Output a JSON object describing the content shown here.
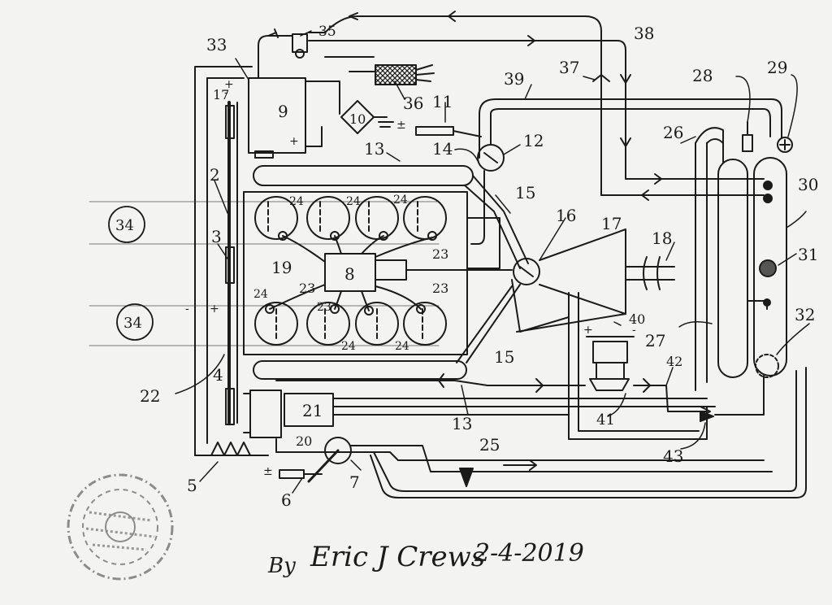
{
  "labels": {
    "n2": "2",
    "n3": "3",
    "n4": "4",
    "n5": "5",
    "n6": "6",
    "n7": "7",
    "n8": "8",
    "n9": "9",
    "n10": "10",
    "n11": "11",
    "n12": "12",
    "n13a": "13",
    "n13b": "13",
    "n14": "14",
    "n15a": "15",
    "n15b": "15",
    "n16": "16",
    "n17": "17",
    "n17b": "17",
    "n18": "18",
    "n19": "19",
    "n20": "20",
    "n21": "21",
    "n22": "22",
    "n23a": "23",
    "n23b": "23",
    "n23c": "23",
    "n23d": "23",
    "n24a": "24",
    "n24b": "24",
    "n24c": "24",
    "n24d": "24",
    "n24e": "24",
    "n24f": "24",
    "n25": "25",
    "n26": "26",
    "n27": "27",
    "n28": "28",
    "n29": "29",
    "n30": "30",
    "n31": "31",
    "n32": "32",
    "n33": "33",
    "n34a": "34",
    "n34b": "34",
    "n35": "35",
    "n36": "36",
    "n37": "37",
    "n38": "38",
    "n39": "39",
    "n40": "40",
    "n41": "41",
    "n42": "42",
    "n43": "43"
  },
  "signature": {
    "by": "By",
    "name": "Eric J Crews",
    "date": "2-4-2019"
  },
  "colors": {
    "ink": "#1b1b1b",
    "paper": "#f3f3f1",
    "stamp": "#6a6a6a"
  }
}
